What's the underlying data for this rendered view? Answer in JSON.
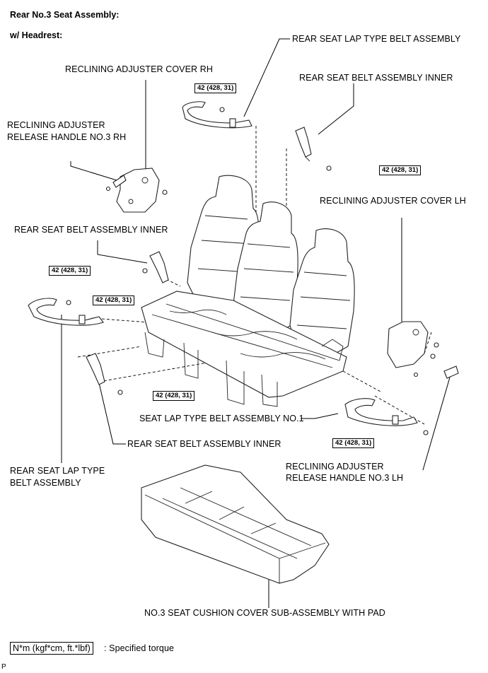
{
  "header": {
    "title": "Rear No.3 Seat Assembly:",
    "subtitle": "w/ Headrest:"
  },
  "labels": {
    "rear_seat_lap_belt_top": "REAR SEAT LAP TYPE BELT ASSEMBLY",
    "reclining_cover_rh": "RECLINING ADJUSTER COVER RH",
    "rear_belt_inner_top": "REAR SEAT BELT ASSEMBLY INNER",
    "release_handle_rh_1": "RECLINING ADJUSTER",
    "release_handle_rh_2": "RELEASE HANDLE NO.3 RH",
    "reclining_cover_lh": "RECLINING ADJUSTER COVER LH",
    "rear_belt_inner_left": "REAR SEAT BELT ASSEMBLY INNER",
    "seat_lap_belt_no1": "SEAT LAP TYPE BELT ASSEMBLY NO.1",
    "rear_belt_inner_bottom": "REAR SEAT BELT ASSEMBLY INNER",
    "rear_seat_lap_belt_left_1": "REAR SEAT LAP TYPE",
    "rear_seat_lap_belt_left_2": "BELT ASSEMBLY",
    "release_handle_lh_1": "RECLINING ADJUSTER",
    "release_handle_lh_2": "RELEASE HANDLE NO.3 LH",
    "cushion": "NO.3 SEAT CUSHION COVER SUB-ASSEMBLY WITH PAD"
  },
  "torques": [
    "42 (428, 31)",
    "42 (428, 31)",
    "42 (428, 31)",
    "42 (428, 31)",
    "42 (428, 31)",
    "42 (428, 31)"
  ],
  "legend": {
    "box": "N*m (kgf*cm, ft.*lbf)",
    "text": ": Specified torque"
  },
  "footer_mark": "P"
}
